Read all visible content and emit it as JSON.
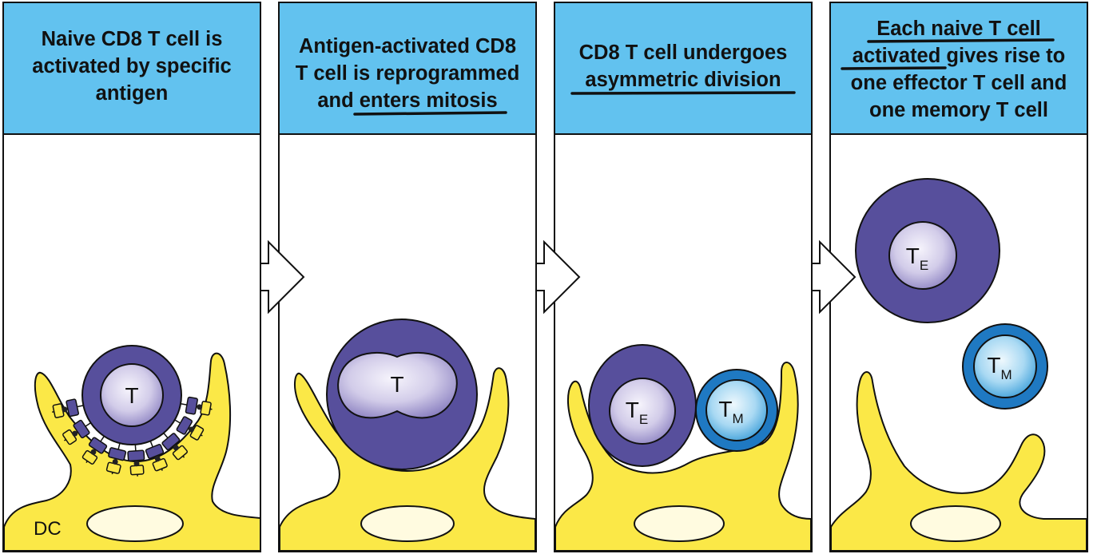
{
  "colors": {
    "header": "#62c2ef",
    "dc": "#fbe847",
    "effector": "#574f9c",
    "memory": "#1f79c2",
    "nucleus_light": "#f3f0fa",
    "nucleus_dark": "#9a90cc",
    "memory_light": "#e8f6fd",
    "memory_mid": "#57b6e6",
    "outline": "#111111"
  },
  "panels": [
    {
      "caption_lines": [
        {
          "text": "Naive CD8 T cell is",
          "underline": false
        },
        {
          "text": "activated by specific",
          "underline": false
        },
        {
          "text": "antigen",
          "underline": false
        }
      ]
    },
    {
      "caption_lines": [
        {
          "text": "Antigen-activated CD8",
          "underline": false
        },
        {
          "text": "T cell is reprogrammed",
          "underline": false
        },
        {
          "text": "and ",
          "underline_part": "enters mitosis"
        }
      ]
    },
    {
      "caption_lines": [
        {
          "text": "CD8 T cell undergoes",
          "underline": false
        },
        {
          "text": "",
          "underline_part": "asymmetric division"
        }
      ]
    },
    {
      "caption_lines": [
        {
          "text": "",
          "underline_part": "Each naive T cell"
        },
        {
          "text": "",
          "underline_part": "activated",
          "after": " gives rise to"
        },
        {
          "text": "one effector T cell and",
          "underline": false
        },
        {
          "text": "one memory T cell",
          "underline": false
        }
      ]
    }
  ],
  "labels": {
    "dc": "DC",
    "t": "T",
    "t_effector_main": "T",
    "t_effector_sub": "E",
    "t_memory_main": "T",
    "t_memory_sub": "M"
  }
}
